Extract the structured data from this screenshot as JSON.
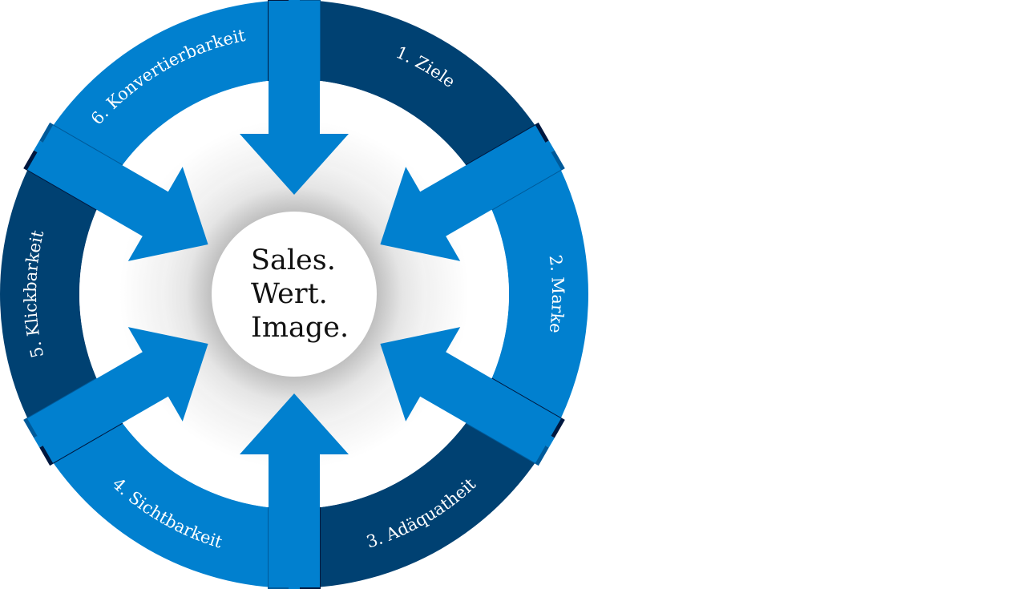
{
  "diagram": {
    "center_lines": [
      "Sales.",
      "Wert.",
      "Image."
    ],
    "segments": [
      {
        "label": "1. Ziele",
        "color": "#004172"
      },
      {
        "label": "2. Marke",
        "color": "#0180CF"
      },
      {
        "label": "3. Adäquatheit",
        "color": "#004172"
      },
      {
        "label": "4. Sichtbarkeit",
        "color": "#0180CF"
      },
      {
        "label": "5. Klickbarkeit",
        "color": "#004172"
      },
      {
        "label": "6. Konvertierbarkeit",
        "color": "#0180CF"
      }
    ],
    "colors": {
      "dark_blue": "#004172",
      "bright_blue": "#0180CF",
      "mid_blue": "#005A9A",
      "navy": "#00183F",
      "arrow": "#0180CF",
      "center_text": "#111111"
    }
  }
}
